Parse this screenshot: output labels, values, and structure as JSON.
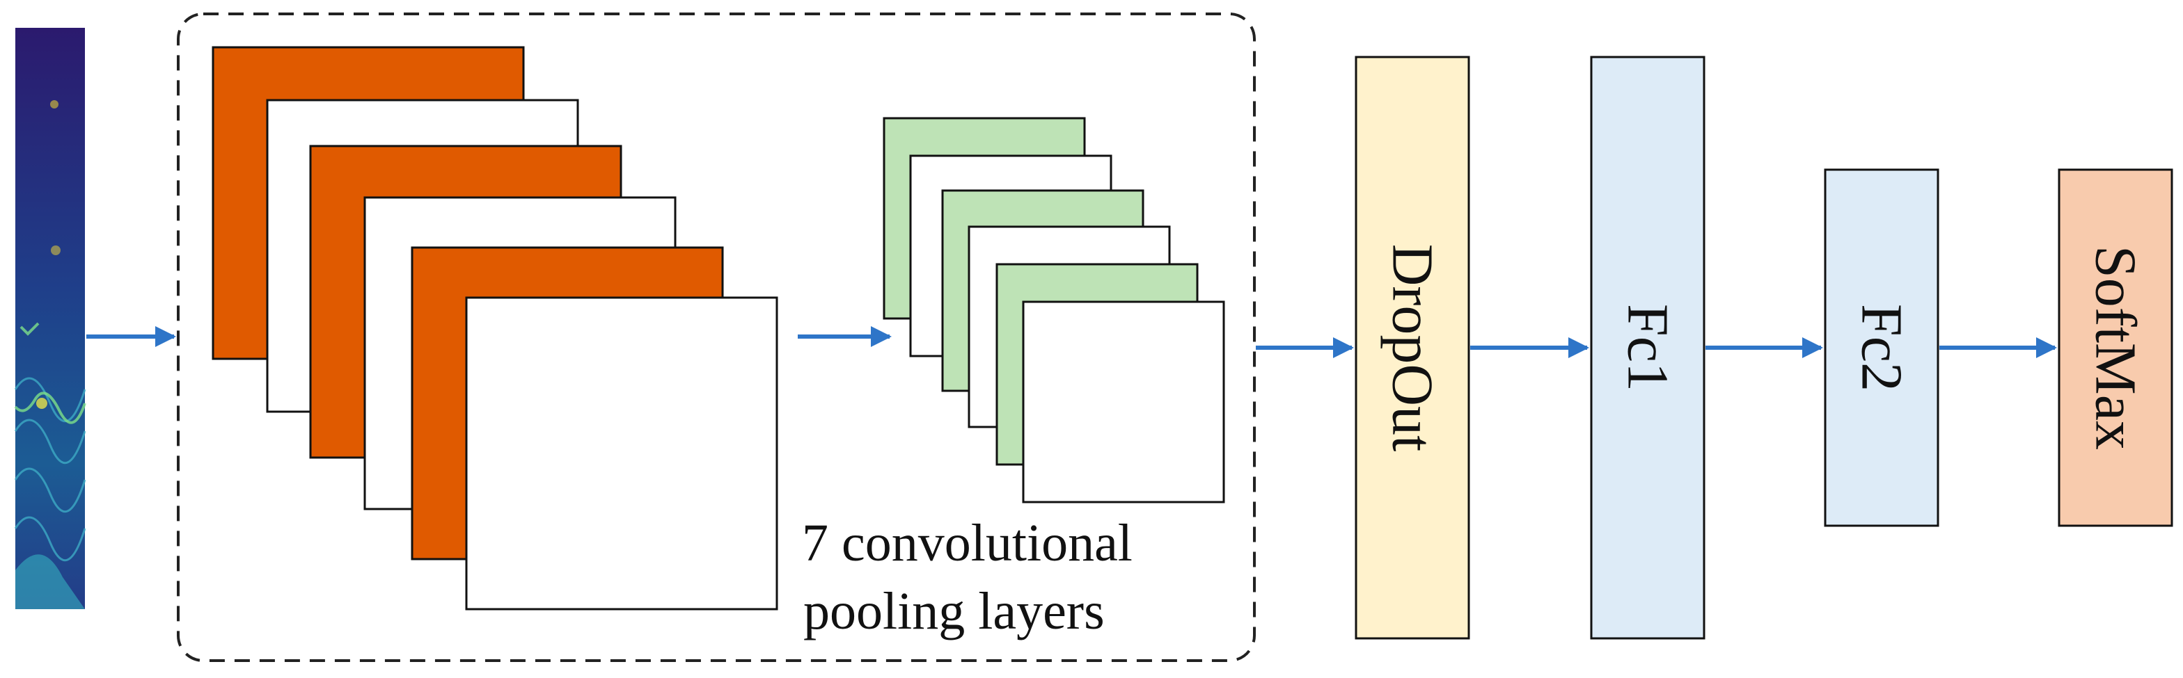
{
  "diagram": {
    "input_image": {
      "kind": "spectrogram"
    },
    "conv_block": {
      "caption_line1": "7 convolutional",
      "caption_line2": "pooling layers",
      "conv_fill": "#E05A00",
      "pool_fill": "#BEE3B6"
    },
    "layers": [
      {
        "label": "DropOut",
        "fill": "#FFF2CC"
      },
      {
        "label": "Fc1",
        "fill": "#DDEBF7"
      },
      {
        "label": "Fc2",
        "fill": "#DDEBF7"
      },
      {
        "label": "SoftMax",
        "fill": "#F8CBAD"
      }
    ],
    "arrow_color": "#2E75C8"
  }
}
